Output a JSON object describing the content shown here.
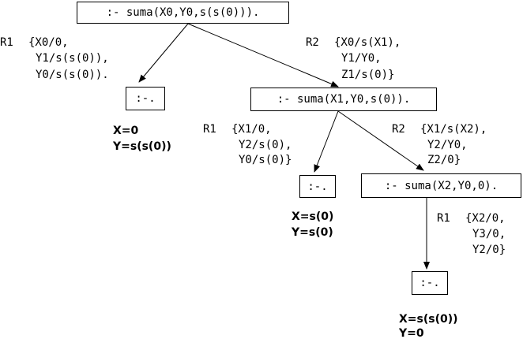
{
  "nodes": {
    "root": ":- suma(X0,Y0,s(s(0))).",
    "leaf1": ":-.",
    "mid": ":- suma(X1,Y0,s(0)).",
    "leaf2": ":-.",
    "right": ":- suma(X2,Y0,0).",
    "leaf3": ":-."
  },
  "edges": {
    "e1": {
      "rule": "R1",
      "subst": [
        "{X0/0,",
        "Y1/s(s(0)),",
        "Y0/s(s(0))."
      ]
    },
    "e2": {
      "rule": "R2",
      "subst": [
        "{X0/s(X1),",
        "Y1/Y0,",
        "Z1/s(0)}"
      ]
    },
    "e3": {
      "rule": "R1",
      "subst": [
        "{X1/0,",
        "Y2/s(0),",
        "Y0/s(0)}"
      ]
    },
    "e4": {
      "rule": "R2",
      "subst": [
        "{X1/s(X2),",
        "Y2/Y0,",
        "Z2/0}"
      ]
    },
    "e5": {
      "rule": "R1",
      "subst": [
        "{X2/0,",
        "Y3/0,",
        "Y2/0}"
      ]
    }
  },
  "results": {
    "r1": [
      "X=0",
      "Y=s(s(0))"
    ],
    "r2": [
      "X=s(0)",
      "Y=s(0)"
    ],
    "r3": [
      "X=s(s(0))",
      "Y=0"
    ]
  }
}
